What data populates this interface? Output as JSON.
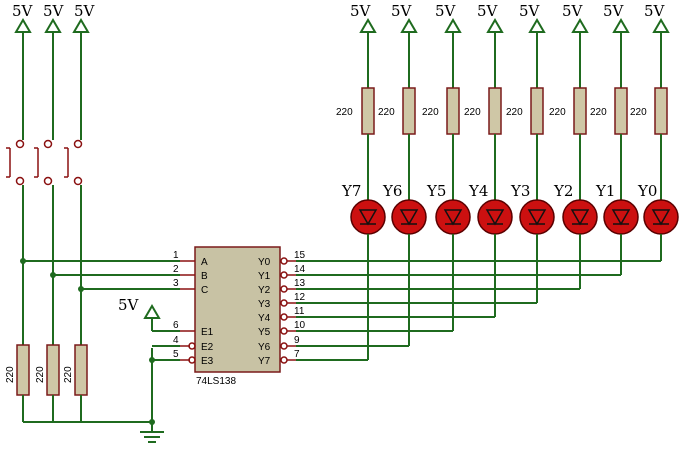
{
  "power_label": "5V",
  "resistor_value": "220",
  "ic": {
    "part": "74LS138",
    "inputs": [
      {
        "name": "A",
        "pin": "1"
      },
      {
        "name": "B",
        "pin": "2"
      },
      {
        "name": "C",
        "pin": "3"
      }
    ],
    "enables": [
      {
        "name": "E1",
        "pin": "6"
      },
      {
        "name": "E2",
        "pin": "4"
      },
      {
        "name": "E3",
        "pin": "5"
      }
    ],
    "outputs": [
      {
        "name": "Y0",
        "pin": "15"
      },
      {
        "name": "Y1",
        "pin": "14"
      },
      {
        "name": "Y2",
        "pin": "13"
      },
      {
        "name": "Y3",
        "pin": "12"
      },
      {
        "name": "Y4",
        "pin": "11"
      },
      {
        "name": "Y5",
        "pin": "10"
      },
      {
        "name": "Y6",
        "pin": "9"
      },
      {
        "name": "Y7",
        "pin": "7"
      }
    ]
  },
  "leds": [
    "Y7",
    "Y6",
    "Y5",
    "Y4",
    "Y3",
    "Y2",
    "Y1",
    "Y0"
  ]
}
